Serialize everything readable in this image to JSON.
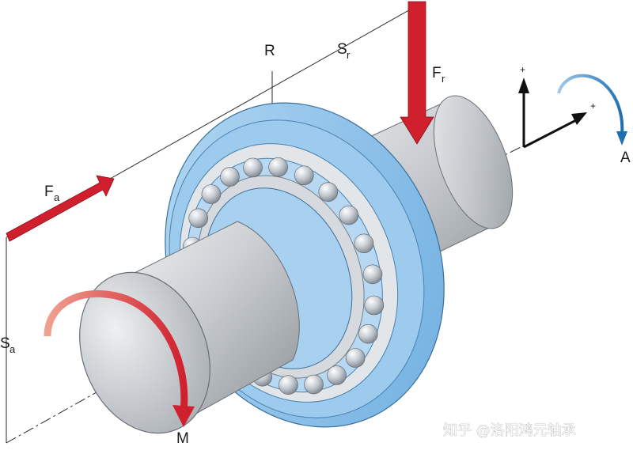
{
  "labels": {
    "fa_main": "F",
    "fa_sub": "a",
    "fr_main": "F",
    "fr_sub": "r",
    "sr_main": "S",
    "sr_sub": "r",
    "sa_main": "S",
    "sa_sub": "a",
    "r": "R",
    "m": "M",
    "a": "A"
  },
  "watermark": "知乎 @洛阳鸿元轴承",
  "colors": {
    "force_red": "#d0202e",
    "bearing_blue": "#8ec3ea",
    "shaft_gray": "#c8ccd0",
    "rotation_blue": "#2f86c8"
  },
  "icons": {
    "axial_force": "arrow-right",
    "radial_force": "arrow-down",
    "moment": "curved-arrow",
    "rotation": "curved-arrow",
    "coordinate_axes": "axes"
  }
}
